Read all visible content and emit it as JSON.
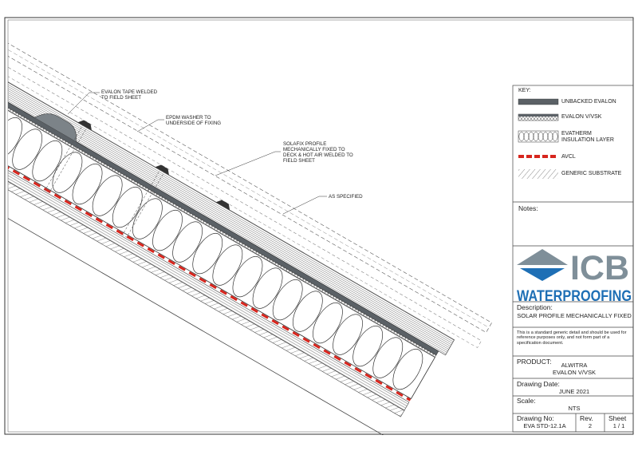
{
  "drawing": {
    "callouts": [
      {
        "id": "tape",
        "text": [
          "EVALON TAPE WELDED",
          "TO FIELD SHEET"
        ]
      },
      {
        "id": "washer",
        "text": [
          "EPDM WASHER TO",
          "UNDERSIDE OF FIXING"
        ]
      },
      {
        "id": "solafix",
        "text": [
          "SOLAFIX PROFILE",
          "MECHANICALLY FIXED TO",
          "DECK & HOT AIR WELDED TO",
          "FIELD SHEET"
        ]
      },
      {
        "id": "asspec",
        "text": [
          "AS SPECIFIED"
        ]
      }
    ]
  },
  "key": {
    "title": "KEY:",
    "items": [
      {
        "label": "UNBACKED EVALON",
        "type": "unbacked"
      },
      {
        "label": "EVALON V/VSK",
        "type": "vvsk"
      },
      {
        "label": "EVATHERM INSULATION LAYER",
        "type": "insulation"
      },
      {
        "label": "AVCL",
        "type": "avcl"
      },
      {
        "label": "GENERIC SUBSTRATE",
        "type": "substrate"
      }
    ]
  },
  "notes_label": "Notes:",
  "logo": {
    "mark": "ICB",
    "word": "WATERPROOFING",
    "color_primary": "#1e6fb5",
    "color_gray": "#7f8f99"
  },
  "description": {
    "label": "Description:",
    "value": "SOLAR PROFILE MECHANICALLY FIXED"
  },
  "disclaimer": "This is a standard generic detail and should be used for reference purposes only, and not form part of a specification document.",
  "product": {
    "label": "PRODUCT:",
    "line1": "ALWITRA",
    "line2": "EVALON V/VSK"
  },
  "drawing_date": {
    "label": "Drawing Date:",
    "value": "JUNE 2021"
  },
  "scale": {
    "label": "Scale:",
    "value": "NTS"
  },
  "drawing_no": {
    "label": "Drawing No:",
    "value": "EVA STD-12.1A"
  },
  "rev": {
    "label": "Rev.",
    "value": "2"
  },
  "sheet": {
    "label": "Sheet",
    "value": "1 / 1"
  },
  "colors": {
    "avcl": "#d7261e",
    "membrane": "#5b6166",
    "line": "#333333"
  }
}
